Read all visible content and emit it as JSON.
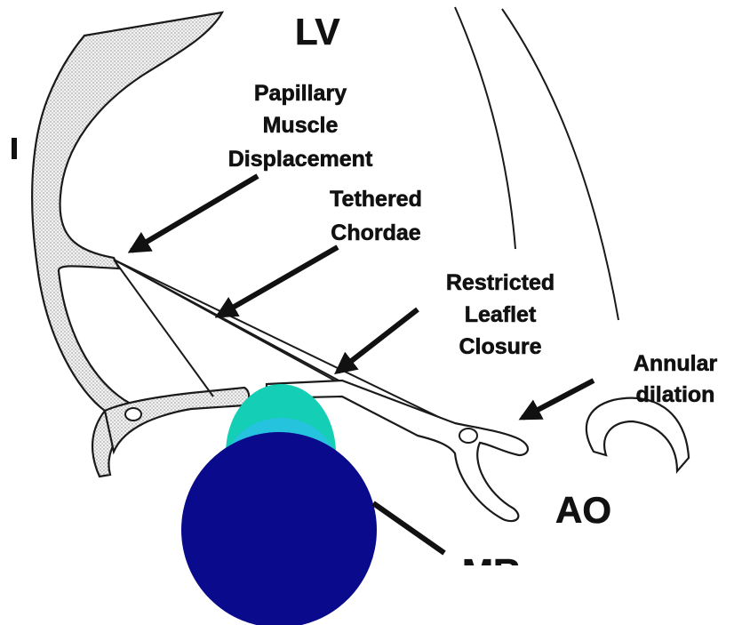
{
  "labels": {
    "lv": "LV",
    "ao": "AO",
    "mr": "MR",
    "papillary": [
      "Papillary",
      "Muscle",
      "Displacement"
    ],
    "tethered": [
      "Tethered",
      "Chordae"
    ],
    "restricted": [
      "Restricted",
      "Leaflet",
      "Closure"
    ],
    "annular": [
      "Annular",
      "dilation"
    ]
  },
  "colors": {
    "mr_jet_base": "#0a0a8c",
    "mr_jet_top_teal": "#14cfb6",
    "mr_jet_mid_cyan": "#25c3dd",
    "outline": "#1a1a1a"
  }
}
